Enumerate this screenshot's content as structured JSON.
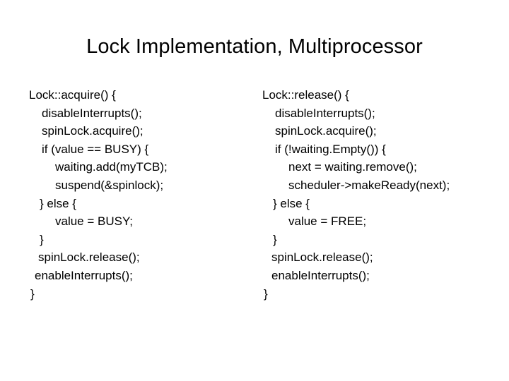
{
  "slide": {
    "title": "Lock Implementation, Multiprocessor",
    "background_color": "#ffffff",
    "text_color": "#000000"
  },
  "code_left": {
    "name": "Lock::acquire",
    "lines": [
      {
        "text": "Lock::acquire() {",
        "indent": "ind-0"
      },
      {
        "text": "disableInterrupts();",
        "indent": "ind-1"
      },
      {
        "text": "spinLock.acquire();",
        "indent": "ind-1"
      },
      {
        "text": "if (value == BUSY) {",
        "indent": "ind-1"
      },
      {
        "text": "waiting.add(myTCB);",
        "indent": "ind-2"
      },
      {
        "text": "suspend(&spinlock);",
        "indent": "ind-2"
      },
      {
        "text": "} else {",
        "indent": "ind-b1"
      },
      {
        "text": "value = BUSY;",
        "indent": "ind-2"
      },
      {
        "text": "}",
        "indent": "ind-b1"
      },
      {
        "text": "spinLock.release();",
        "indent": "ind-b2"
      },
      {
        "text": "enableInterrupts();",
        "indent": "ind-b3"
      },
      {
        "text": "}",
        "indent": "ind-b4"
      }
    ]
  },
  "code_right": {
    "name": "Lock::release",
    "lines": [
      {
        "text": "Lock::release() {",
        "indent": "ind-0"
      },
      {
        "text": "disableInterrupts();",
        "indent": "ind-1"
      },
      {
        "text": "spinLock.acquire();",
        "indent": "ind-1"
      },
      {
        "text": "if (!waiting.Empty()) {",
        "indent": "ind-1"
      },
      {
        "text": "next = waiting.remove();",
        "indent": "ind-2"
      },
      {
        "text": "scheduler->makeReady(next);",
        "indent": "ind-2"
      },
      {
        "text": "} else {",
        "indent": "ind-b1"
      },
      {
        "text": "value = FREE;",
        "indent": "ind-2"
      },
      {
        "text": "}",
        "indent": "ind-b1"
      },
      {
        "text": "spinLock.release();",
        "indent": "ind-b2"
      },
      {
        "text": "enableInterrupts();",
        "indent": "ind-b2"
      },
      {
        "text": "}",
        "indent": "ind-b4"
      }
    ]
  }
}
